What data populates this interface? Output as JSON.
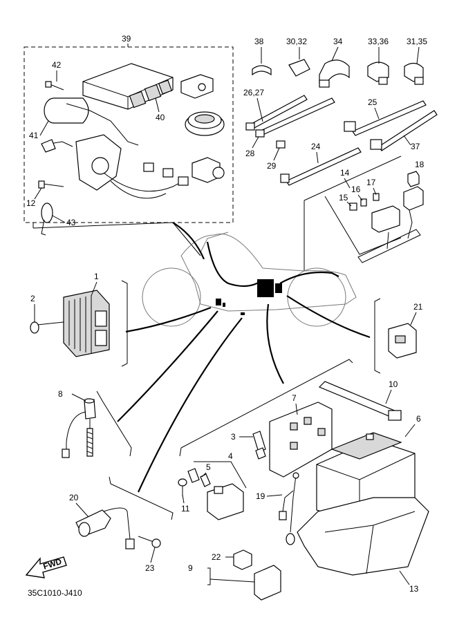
{
  "diagram": {
    "code": "35C1010-J410",
    "fwd_label": "FWD",
    "callouts": [
      {
        "id": "c39",
        "text": "39"
      },
      {
        "id": "c42",
        "text": "42"
      },
      {
        "id": "c41",
        "text": "41"
      },
      {
        "id": "c40",
        "text": "40"
      },
      {
        "id": "c12",
        "text": "12"
      },
      {
        "id": "c43",
        "text": "43"
      },
      {
        "id": "c38",
        "text": "38"
      },
      {
        "id": "c3032",
        "text": "30,32"
      },
      {
        "id": "c34",
        "text": "34"
      },
      {
        "id": "c3336",
        "text": "33,36"
      },
      {
        "id": "c3135",
        "text": "31,35"
      },
      {
        "id": "c2627",
        "text": "26,27"
      },
      {
        "id": "c25",
        "text": "25"
      },
      {
        "id": "c28",
        "text": "28"
      },
      {
        "id": "c29",
        "text": "29"
      },
      {
        "id": "c24",
        "text": "24"
      },
      {
        "id": "c37",
        "text": "37"
      },
      {
        "id": "c14",
        "text": "14"
      },
      {
        "id": "c18",
        "text": "18"
      },
      {
        "id": "c16",
        "text": "16"
      },
      {
        "id": "c17",
        "text": "17"
      },
      {
        "id": "c15",
        "text": "15"
      },
      {
        "id": "c1",
        "text": "1"
      },
      {
        "id": "c2",
        "text": "2"
      },
      {
        "id": "c21",
        "text": "21"
      },
      {
        "id": "c10",
        "text": "10"
      },
      {
        "id": "c7",
        "text": "7"
      },
      {
        "id": "c6",
        "text": "6"
      },
      {
        "id": "c13",
        "text": "13"
      },
      {
        "id": "c8",
        "text": "8"
      },
      {
        "id": "c3",
        "text": "3"
      },
      {
        "id": "c4",
        "text": "4"
      },
      {
        "id": "c5",
        "text": "5"
      },
      {
        "id": "c11",
        "text": "11"
      },
      {
        "id": "c19",
        "text": "19"
      },
      {
        "id": "c20",
        "text": "20"
      },
      {
        "id": "c23",
        "text": "23"
      },
      {
        "id": "c22",
        "text": "22"
      },
      {
        "id": "c9",
        "text": "9"
      }
    ]
  }
}
